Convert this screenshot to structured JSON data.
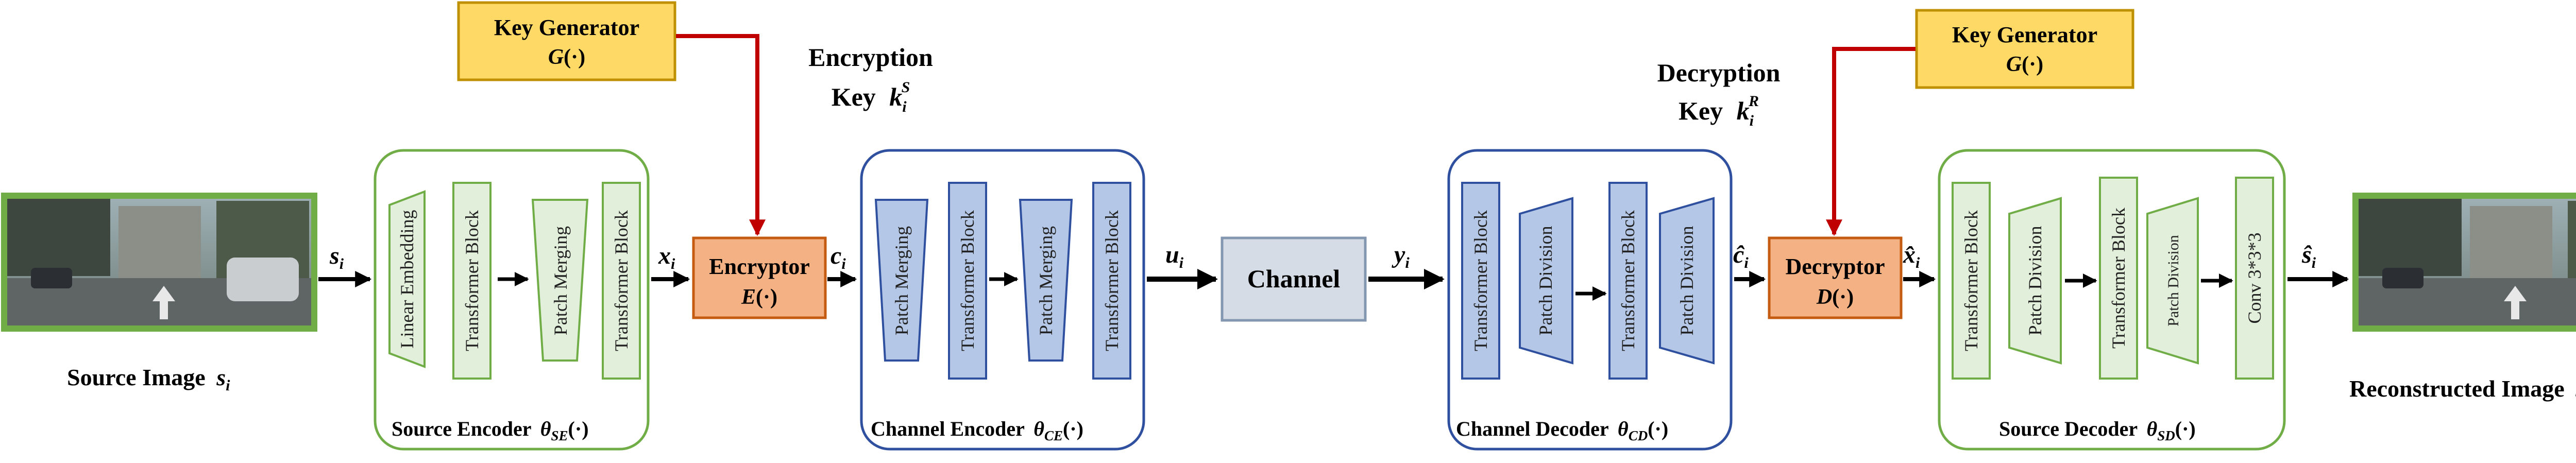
{
  "colors": {
    "green_border": "#70ad47",
    "blue_border": "#2f4f9f",
    "green_block": "#e2efda",
    "blue_block": "#b4c7e7",
    "key_fill": "#ffd966",
    "key_border": "#bf9000",
    "crypto_fill": "#f4b183",
    "crypto_border": "#c55a11",
    "channel_fill": "#d6dce5",
    "red_line": "#c00000"
  },
  "images": {
    "source_label": "Source Image",
    "source_sym": "s",
    "source_sub": "i",
    "recon_label": "Reconstructed Image",
    "recon_sym": "ŝ",
    "recon_sub": "i"
  },
  "source_encoder": {
    "name": "Source Encoder",
    "theta": "θ",
    "sub": "SE",
    "arg": "(·)",
    "blocks": [
      "Linear Embedding",
      "Transformer Block",
      "Patch Merging",
      "Transformer Block"
    ]
  },
  "channel_encoder": {
    "name": "Channel Encoder",
    "theta": "θ",
    "sub": "CE",
    "arg": "(·)",
    "blocks": [
      "Patch Merging",
      "Transformer Block",
      "Patch Merging",
      "Transformer Block"
    ]
  },
  "channel_decoder": {
    "name": "Channel Decoder",
    "theta": "θ",
    "sub": "CD",
    "arg": "(·)",
    "blocks": [
      "Transformer Block",
      "Patch Division",
      "Transformer Block",
      "Patch Division"
    ]
  },
  "source_decoder": {
    "name": "Source Decoder",
    "theta": "θ",
    "sub": "SD",
    "arg": "(·)",
    "blocks": [
      "Transformer Block",
      "Patch Division",
      "Transformer Block",
      "Patch Division",
      "Conv 3*3*3"
    ]
  },
  "encryptor": {
    "name": "Encryptor",
    "func": "E",
    "arg": "(·)"
  },
  "decryptor": {
    "name": "Decryptor",
    "func": "D",
    "arg": "(·)"
  },
  "channel": {
    "name": "Channel"
  },
  "key_gen_left": {
    "name": "Key Generator",
    "func": "G",
    "arg": "(·)"
  },
  "key_gen_right": {
    "name": "Key Generator",
    "func": "G",
    "arg": "(·)"
  },
  "enc_key": {
    "line1": "Encryption",
    "word": "Key",
    "sym": "k",
    "sub": "i",
    "sup": "S"
  },
  "dec_key": {
    "line1": "Decryption",
    "word": "Key",
    "sym": "k",
    "sub": "i",
    "sup": "R"
  },
  "signals": {
    "s": {
      "sym": "s",
      "sub": "i"
    },
    "x": {
      "sym": "x",
      "sub": "i"
    },
    "c": {
      "sym": "c",
      "sub": "i"
    },
    "u": {
      "sym": "u",
      "sub": "i"
    },
    "y": {
      "sym": "y",
      "sub": "i"
    },
    "c_hat": {
      "sym": "ĉ",
      "sub": "i"
    },
    "x_hat": {
      "sym": "x̂",
      "sub": "i"
    },
    "s_hat": {
      "sym": "ŝ",
      "sub": "i"
    }
  }
}
